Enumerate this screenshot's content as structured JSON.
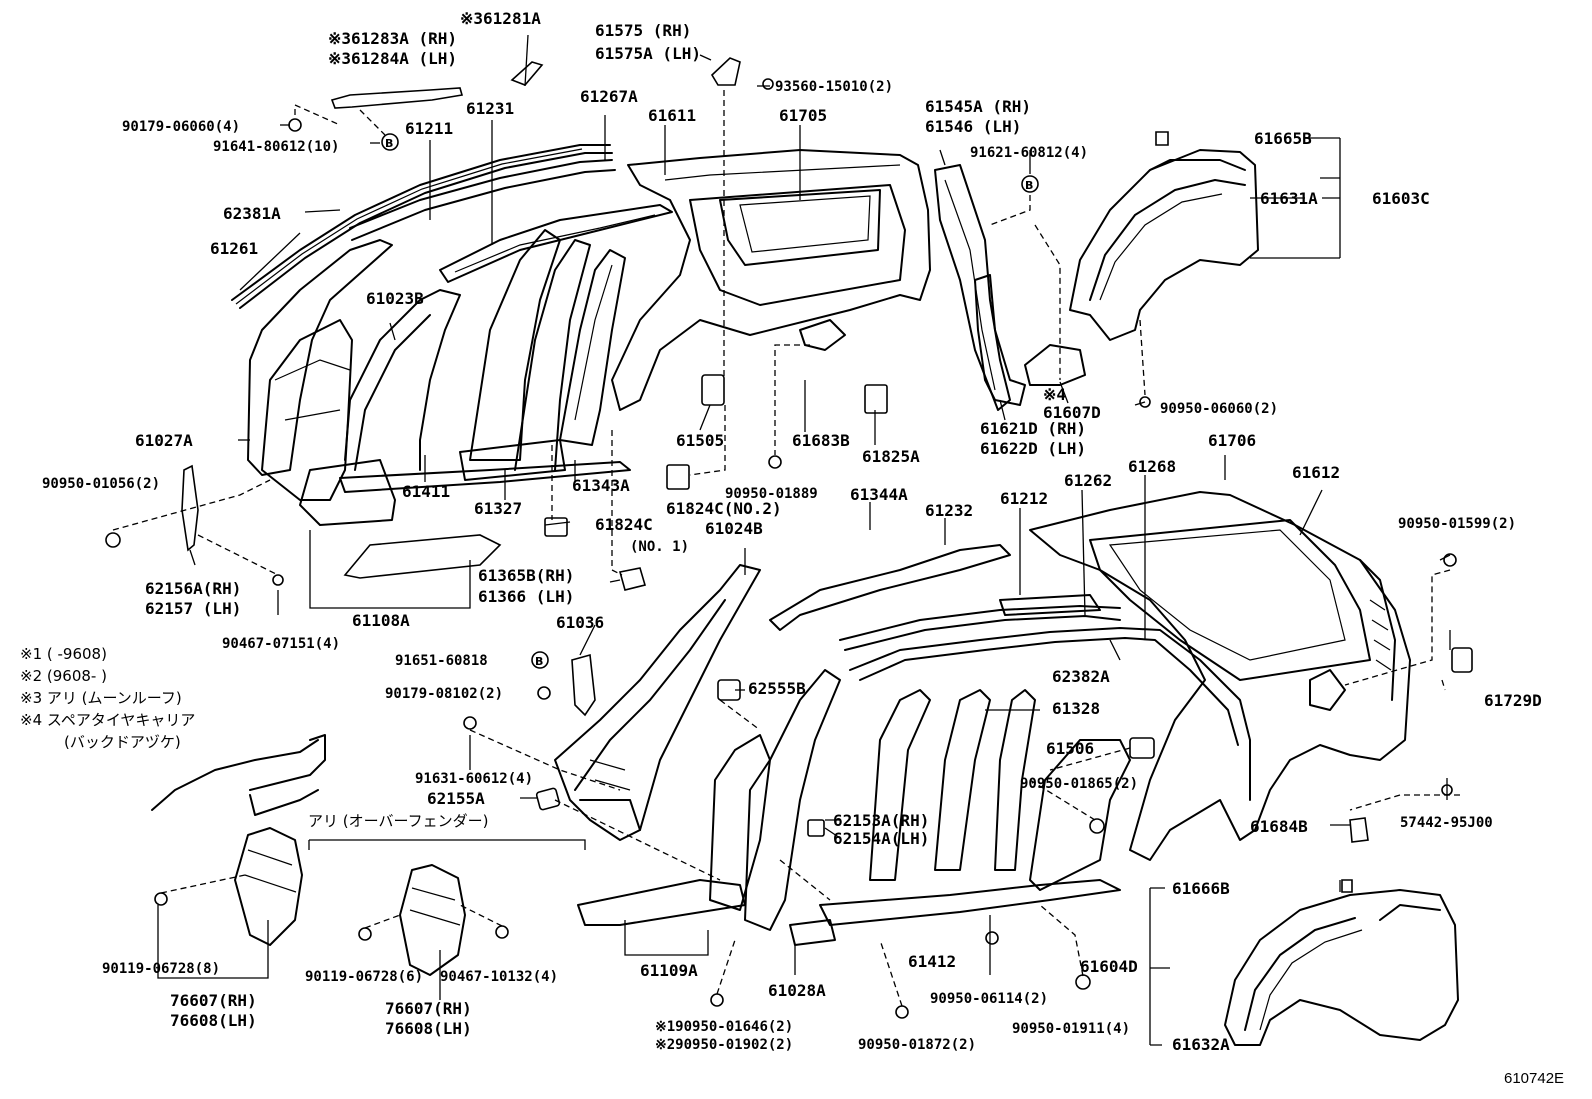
{
  "labels": {
    "l61283a": "※361283A (RH)",
    "l61284a": "※361284A (LH)",
    "l61281a": "※361281A",
    "l61575": "61575  (RH)",
    "l61575a": "61575A (LH)",
    "l93560": "93560-15010(2)",
    "l90179a": "90179-06060(4)",
    "l91641": "91641-80612(10)",
    "l61211": "61211",
    "l61231": "61231",
    "l61267a": "61267A",
    "l61611": "61611",
    "l61705": "61705",
    "l61545a": "61545A (RH)",
    "l61546": "61546  (LH)",
    "l91621": "91621-60812(4)",
    "l61665b": "61665B",
    "l61631a": "61631A",
    "l61603c": "61603C",
    "l62381a": "62381A",
    "l61261": "61261",
    "l61023b": "61023B",
    "l61505": "61505",
    "l61683b": "61683B",
    "l61825a": "61825A",
    "l61607d": "61607D",
    "l_x4": "※4",
    "l90950_06060": "90950-06060(2)",
    "l61621d": "61621D (RH)",
    "l61622d": "61622D (LH)",
    "l61027a": "61027A",
    "l90950_01056": "90950-01056(2)",
    "l61411": "61411",
    "l61327": "61327",
    "l61343a": "61343A",
    "l90950_01889": "90950-01889",
    "l61824c2": "61824C(NO.2)",
    "l61024b": "61024B",
    "l61344a": "61344A",
    "l61232": "61232",
    "l61212": "61212",
    "l61262": "61262",
    "l61268": "61268",
    "l61706": "61706",
    "l61612": "61612",
    "l90950_01599": "90950-01599(2)",
    "l61824c": "61824C",
    "l61824c_no1": "(NO. 1)",
    "l62156a": "62156A(RH)",
    "l62157": "62157  (LH)",
    "l61108a": "61108A",
    "l61365b": "61365B(RH)",
    "l61366": "61366  (LH)",
    "l90467_07151": "90467-07151(4)",
    "l61036": "61036",
    "l91651": "91651-60818",
    "l90179_08102": "90179-08102(2)",
    "l62555b": "62555B",
    "l62382a": "62382A",
    "l61328": "61328",
    "l61506": "61506",
    "l61729d": "61729D",
    "l91631": "91631-60612(4)",
    "l62155a": "62155A",
    "l90950_01865": "90950-01865(2)",
    "l62153a": "62153A(RH)",
    "l62154a": "62154A(LH)",
    "l57442": "57442-95J00",
    "l61684b": "61684B",
    "l61666b": "61666B",
    "l61604d": "61604D",
    "l61632a": "61632A",
    "l90119a": "90119-06728(8)",
    "l76607a": "76607(RH)",
    "l76608a": "76608(LH)",
    "l90119b": "90119-06728(6)",
    "l90467_10132": "90467-10132(4)",
    "l76607b": "76607(RH)",
    "l76608b": "76608(LH)",
    "l61109a": "61109A",
    "l61028a": "61028A",
    "l61412": "61412",
    "l90950_06114": "90950-06114(2)",
    "l90950_01911": "90950-01911(4)",
    "l90950_01646": "※190950-01646(2)",
    "l90950_01902": "※290950-01902(2)",
    "l90950_01872": "90950-01872(2)"
  },
  "notes": {
    "n1": "※1 (      -9608)",
    "n2": "※2 (9608-      )",
    "n3": "※3 アリ (ムーンルーフ)",
    "n4": "※4 スペアタイヤキャリア",
    "n4b": "(バックドアヅケ)",
    "overfender": "アリ (オーバーフェンダー)"
  },
  "ref_code": "610742E"
}
